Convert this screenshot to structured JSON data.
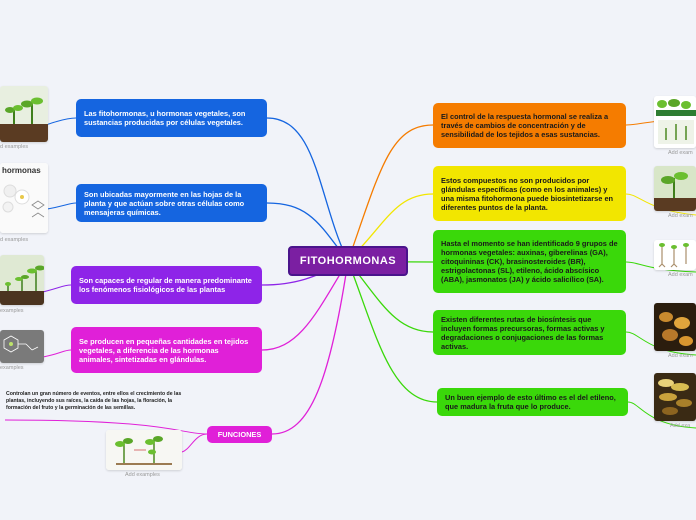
{
  "central": {
    "label": "FITOHORMONAS"
  },
  "colors": {
    "blue": "#1565e0",
    "purple": "#8e24e8",
    "magenta": "#e020d8",
    "orange": "#f57c00",
    "yellow": "#f2e600",
    "green": "#3ad80a",
    "central": "#7b1fa2"
  },
  "left_nodes": [
    {
      "text": "Las fitohormonas, u hormonas vegetales, son sustancias producidas por células vegetales."
    },
    {
      "text": "Son ubicadas mayormente en las hojas de la planta y que actúan sobre otras células como mensajeras químicas."
    },
    {
      "text": "Son capaces de regular de manera predominante los fenómenos fisiológicos de las plantas"
    },
    {
      "text": "Se producen en pequeñas cantidades en tejidos vegetales, a diferencia de las hormonas animales, sintetizadas en glándulas."
    }
  ],
  "right_nodes": [
    {
      "text": "El control de la respuesta hormonal se realiza a través de cambios de concentración y de sensibilidad de los tejidos a esas sustancias."
    },
    {
      "text": "Estos compuestos no son producidos por glándulas específicas (como en los animales) y una misma fitohormona puede biosintetizarse en diferentes puntos de la planta."
    },
    {
      "text": "Hasta el momento se han identificado 9 grupos de hormonas vegetales: auxinas, giberelinas (GA), citoquininas (CK), brasinosteroides (BR), estrigolactonas (SL), etileno, ácido abscísico (ABA), jasmonatos (JA) y ácido salicílico (SA)."
    },
    {
      "text": "Existen diferentes rutas de biosíntesis que incluyen formas precursoras, formas activas y degradaciones o conjugaciones de las formas activas."
    },
    {
      "text": "Un buen ejemplo de esto último es el del etileno, que madura la fruta que lo produce."
    }
  ],
  "funciones": {
    "label": "FUNCIONES",
    "note": "Controlan un gran número de eventos, entre ellos el crecimiento de las plantas, incluyendo sus raíces, la caída de las hojas, la floración, la formación del fruto y la germinación de las semillas."
  },
  "examples": {
    "label_clipped_left": "d examples",
    "label_clipped_left_short": "examples",
    "label_full": "Add examples",
    "label_clipped_right": "Add exam",
    "label_clipped_right_2": "Add exa",
    "image_caption": "hormonas"
  }
}
